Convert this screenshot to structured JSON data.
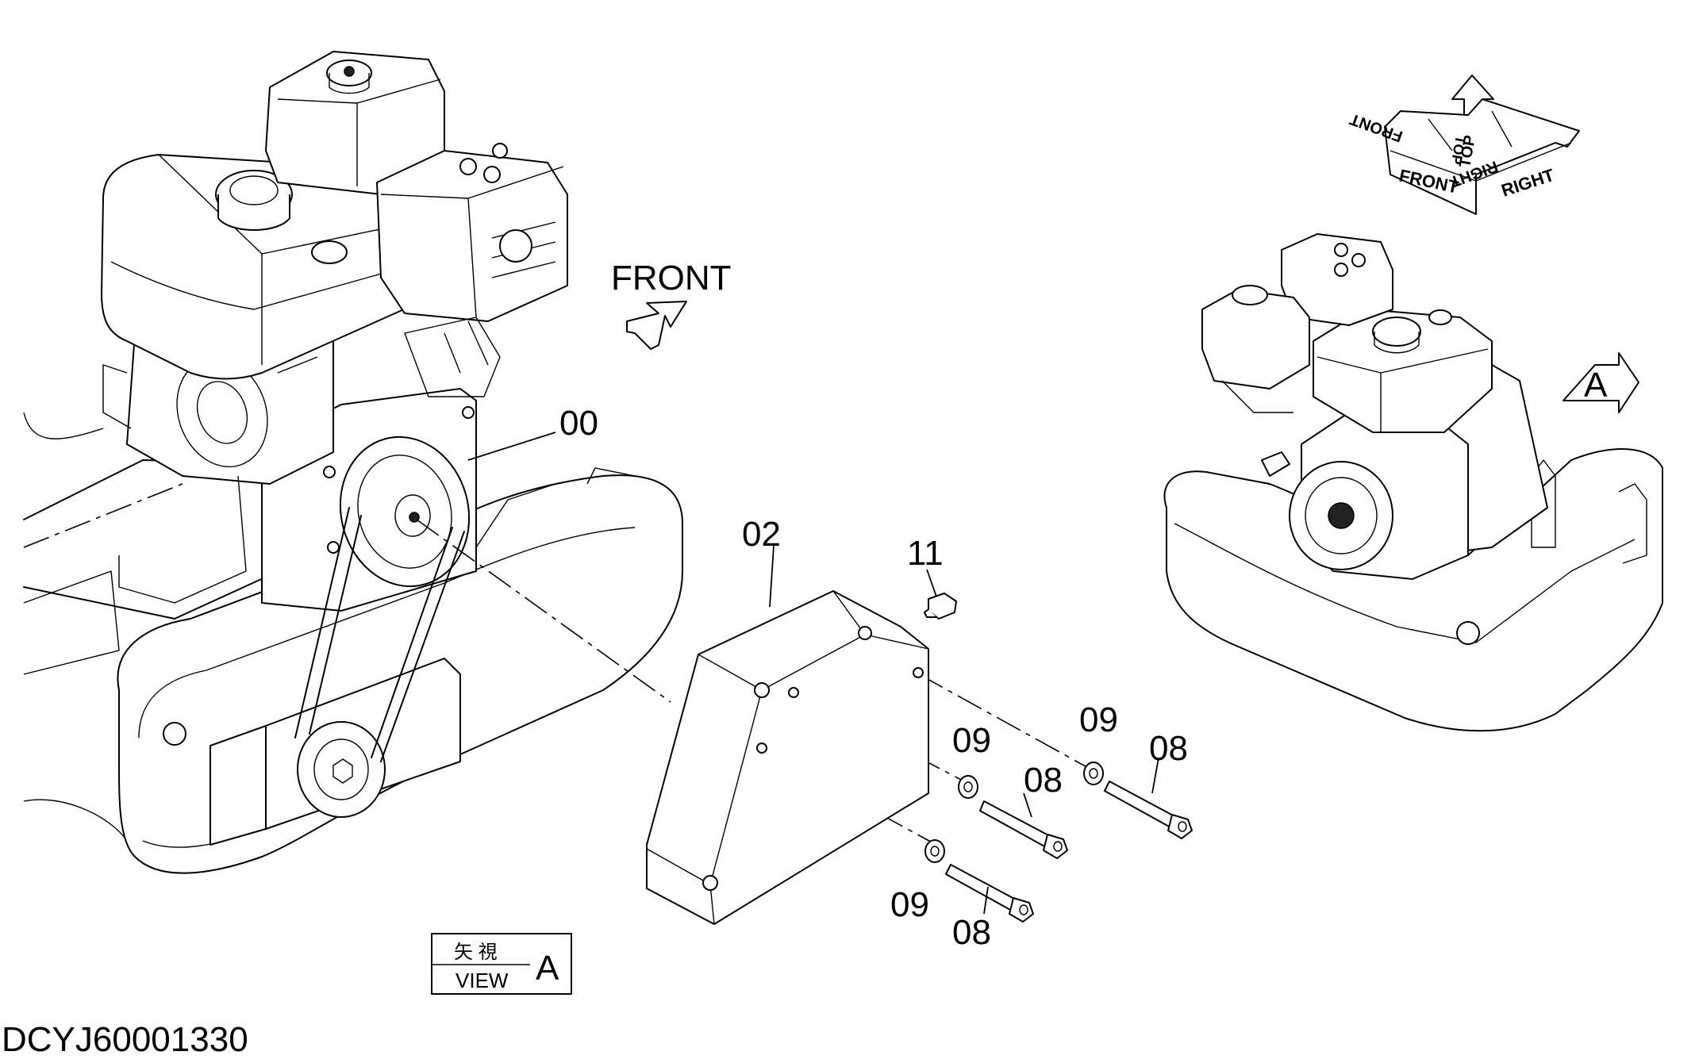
{
  "drawing_id": "DCYJ60001330",
  "front_label": "FRONT",
  "orientation_cube": {
    "faces": [
      "FRONT",
      "TOP",
      "RIGHT"
    ],
    "mirrored_labels": [
      "FRONT",
      "TOP",
      "RIGHT"
    ]
  },
  "view_marker": {
    "letter": "A"
  },
  "view_legend": {
    "japanese": "矢 視",
    "english": "VIEW",
    "letter": "A"
  },
  "callouts": [
    {
      "id": "00",
      "label": "00"
    },
    {
      "id": "02",
      "label": "02"
    },
    {
      "id": "11",
      "label": "11"
    },
    {
      "id": "09a",
      "label": "09"
    },
    {
      "id": "09b",
      "label": "09"
    },
    {
      "id": "09c",
      "label": "09"
    },
    {
      "id": "08a",
      "label": "08"
    },
    {
      "id": "08b",
      "label": "08"
    },
    {
      "id": "08c",
      "label": "08"
    }
  ]
}
